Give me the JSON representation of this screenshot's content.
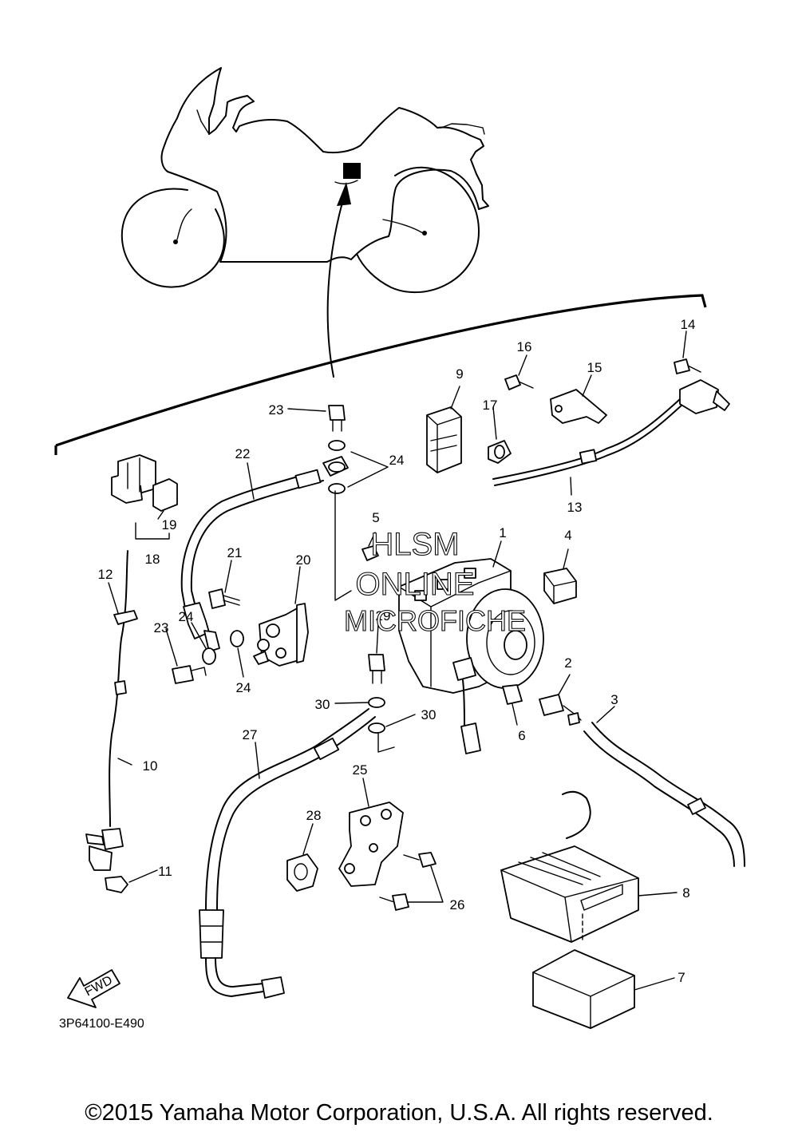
{
  "watermark": {
    "line1": "HLSM",
    "line2": "ONLINE",
    "line3": "MICROFICHE"
  },
  "diagram_code": "3P64100-E490",
  "fwd_label": "FWD",
  "copyright": "©2015 Yamaha Motor Corporation, U.S.A. All rights reserved.",
  "callouts": {
    "c1": "1",
    "c2": "2",
    "c3": "3",
    "c4": "4",
    "c5": "5",
    "c6": "6",
    "c7": "7",
    "c8": "8",
    "c9": "9",
    "c10": "10",
    "c11": "11",
    "c12": "12",
    "c13": "13",
    "c14": "14",
    "c15": "15",
    "c16": "16",
    "c17": "17",
    "c18": "18",
    "c19": "19",
    "c20": "20",
    "c21": "21",
    "c22": "22",
    "c23a": "23",
    "c23b": "23",
    "c24a": "24",
    "c24b": "24",
    "c24c": "24",
    "c25": "25",
    "c26": "26",
    "c27": "27",
    "c28": "28",
    "c29": "29",
    "c30a": "30",
    "c30b": "30"
  }
}
